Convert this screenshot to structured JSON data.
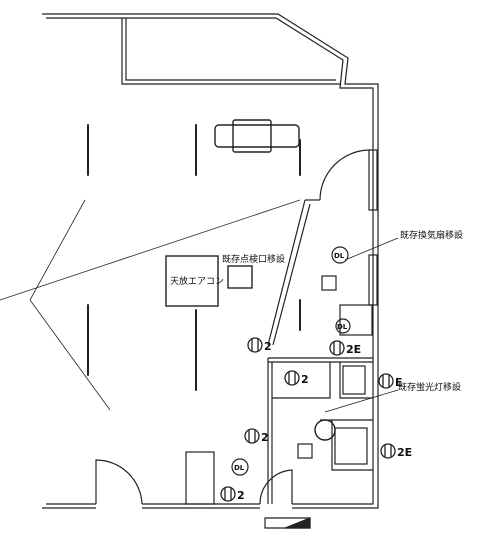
{
  "labels": {
    "aircon": "天放エアコン",
    "inspection_hatch": "既存点検口移設",
    "vent_fan": "既存換気扇移設",
    "lighting": "既存蛍光灯移設"
  },
  "downlight_text": "DL",
  "fixture_tags": {
    "t1": "2",
    "t2": "2E",
    "t3": "2",
    "t4": "E",
    "t5": "2",
    "t6": "2E",
    "t7": "2"
  }
}
